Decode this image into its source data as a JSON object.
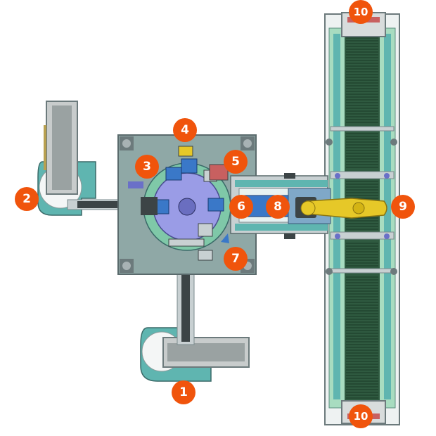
{
  "colors": {
    "badge": "#f0540c",
    "frame": "#7a8a8c",
    "plate": "#8fa8a6",
    "teal": "#5fb5b0",
    "mint": "#a8dcc0",
    "blue": "#3a78c8",
    "lavender": "#9a9ce6",
    "yellow": "#e6c828",
    "dark": "#3c4446",
    "steel": "#c8d0d2"
  },
  "stations": [
    {
      "label": "1"
    },
    {
      "label": "2"
    },
    {
      "label": "3"
    },
    {
      "label": "4"
    },
    {
      "label": "5"
    },
    {
      "label": "6"
    },
    {
      "label": "7"
    },
    {
      "label": "8"
    },
    {
      "label": "9"
    },
    {
      "label": "10"
    },
    {
      "label": "10"
    }
  ]
}
